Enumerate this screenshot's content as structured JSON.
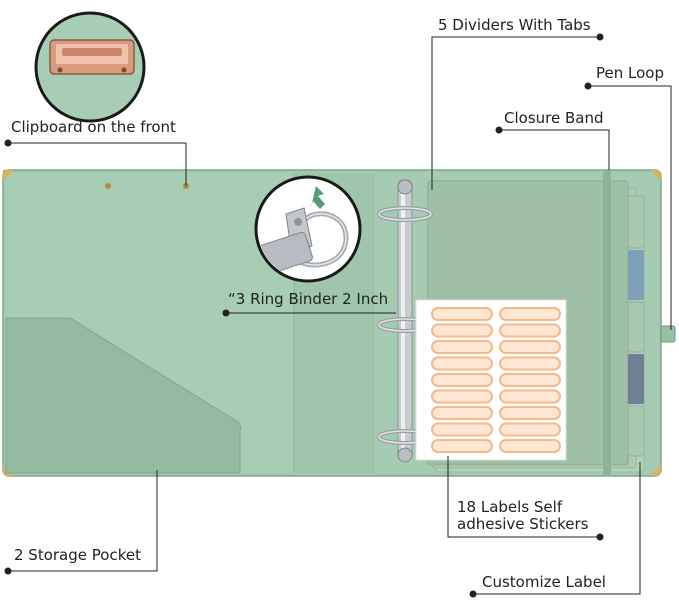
{
  "callouts": {
    "dividers": "5 Dividers With Tabs",
    "pen_loop": "Pen Loop",
    "clipboard": "Clipboard on the front",
    "closure_band": "Closure Band",
    "ring_binder": "“3 Ring Binder 2 Inch",
    "labels_line1": "18 Labels Self",
    "labels_line2": "adhesive Stickers",
    "storage_pocket": "2 Storage Pocket",
    "customize_label": "Customize Label"
  },
  "colors": {
    "binder_green": "#9dc4ab",
    "binder_dark": "#86ae95",
    "divider_green": "#a9c7af",
    "tab_blue": "#7e9fb8",
    "tab_slate": "#6f7f96",
    "label_orange": "#f3b98a",
    "gold_corner": "#c9a24a"
  }
}
